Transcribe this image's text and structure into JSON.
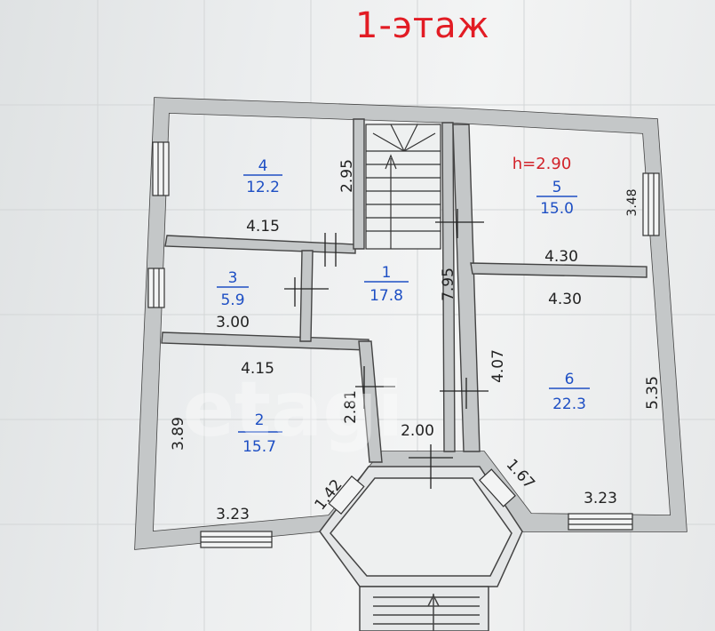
{
  "title": "1-этаж",
  "watermark": "etagi",
  "ceiling_height": "h=2.90",
  "rooms": [
    {
      "number": "1",
      "area": "17.8"
    },
    {
      "number": "2",
      "area": "15.7"
    },
    {
      "number": "3",
      "area": "5.9"
    },
    {
      "number": "4",
      "area": "12.2"
    },
    {
      "number": "5",
      "area": "15.0"
    },
    {
      "number": "6",
      "area": "22.3"
    }
  ],
  "dimensions": {
    "room4_width": "4.15",
    "room4_height": "2.95",
    "room3_width": "3.00",
    "room2_top": "4.15",
    "room2_height": "3.89",
    "room2_bottom": "3.23",
    "room2_door": "2.81",
    "room2_diag": "1.42",
    "hall_height": "7.95",
    "hall_width": "2.00",
    "room5_bottom": "4.30",
    "room5_height": "3.48",
    "room6_top": "4.30",
    "room6_left": "4.07",
    "room6_height": "5.35",
    "room6_diag": "1.67",
    "room6_bottom": "3.23"
  },
  "colors": {
    "title": "#e21c24",
    "room_labels": "#1e4fc4",
    "dimensions": "#222222",
    "walls": "#b9bcbd"
  }
}
